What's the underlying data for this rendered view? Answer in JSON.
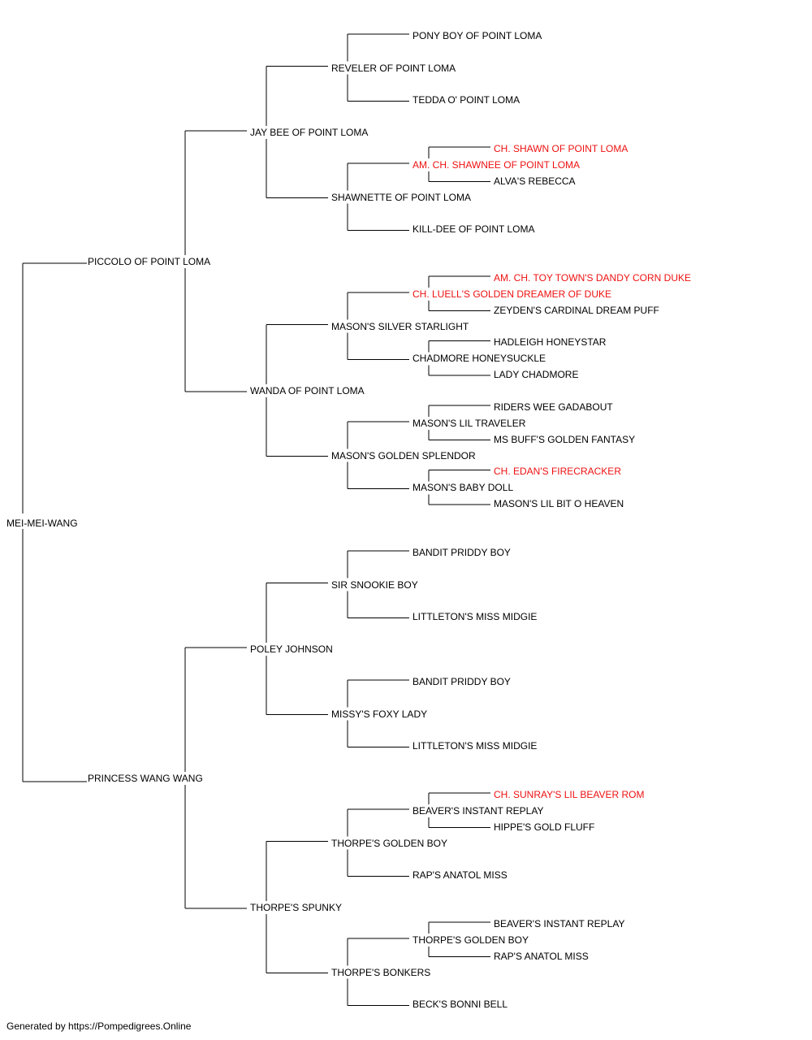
{
  "subject": "MEI-MEI-WANG",
  "champion_color": "#ee1111",
  "footer_text": "Generated by https://Pompedigrees.Online",
  "pedigree": {
    "name": "MEI-MEI-WANG",
    "sire": {
      "name": "PICCOLO OF POINT LOMA",
      "sire": {
        "name": "JAY BEE OF POINT LOMA",
        "sire": {
          "name": "REVELER OF POINT LOMA",
          "sire": {
            "name": "PONY BOY OF POINT LOMA"
          },
          "dam": {
            "name": "TEDDA O' POINT LOMA"
          }
        },
        "dam": {
          "name": "SHAWNETTE OF POINT LOMA",
          "sire": {
            "name": "AM. CH. SHAWNEE OF POINT LOMA",
            "champion": true,
            "sire": {
              "name": "CH. SHAWN OF POINT LOMA",
              "champion": true
            },
            "dam": {
              "name": "ALVA'S REBECCA"
            }
          },
          "dam": {
            "name": "KILL-DEE OF POINT LOMA"
          }
        }
      },
      "dam": {
        "name": "WANDA OF POINT LOMA",
        "sire": {
          "name": "MASON'S SILVER STARLIGHT",
          "sire": {
            "name": "CH. LUELL'S GOLDEN DREAMER OF DUKE",
            "champion": true,
            "sire": {
              "name": "AM. CH. TOY TOWN'S DANDY CORN DUKE",
              "champion": true
            },
            "dam": {
              "name": "ZEYDEN'S CARDINAL DREAM PUFF"
            }
          },
          "dam": {
            "name": "CHADMORE HONEYSUCKLE",
            "sire": {
              "name": "HADLEIGH HONEYSTAR"
            },
            "dam": {
              "name": "LADY CHADMORE"
            }
          }
        },
        "dam": {
          "name": "MASON'S GOLDEN SPLENDOR",
          "sire": {
            "name": "MASON'S LIL TRAVELER",
            "sire": {
              "name": "RIDERS WEE GADABOUT"
            },
            "dam": {
              "name": "MS BUFF'S GOLDEN FANTASY"
            }
          },
          "dam": {
            "name": "MASON'S BABY DOLL",
            "sire": {
              "name": "CH. EDAN'S FIRECRACKER",
              "champion": true
            },
            "dam": {
              "name": "MASON'S LIL BIT O HEAVEN"
            }
          }
        }
      }
    },
    "dam": {
      "name": "PRINCESS WANG WANG",
      "sire": {
        "name": "POLEY JOHNSON",
        "sire": {
          "name": "SIR SNOOKIE BOY",
          "sire": {
            "name": "BANDIT PRIDDY BOY"
          },
          "dam": {
            "name": "LITTLETON'S MISS MIDGIE"
          }
        },
        "dam": {
          "name": "MISSY'S FOXY LADY",
          "sire": {
            "name": "BANDIT PRIDDY BOY"
          },
          "dam": {
            "name": "LITTLETON'S MISS MIDGIE"
          }
        }
      },
      "dam": {
        "name": "THORPE'S SPUNKY",
        "sire": {
          "name": "THORPE'S GOLDEN BOY",
          "sire": {
            "name": "BEAVER'S INSTANT REPLAY",
            "sire": {
              "name": "CH. SUNRAY'S LIL BEAVER ROM",
              "champion": true
            },
            "dam": {
              "name": "HIPPE'S GOLD FLUFF"
            }
          },
          "dam": {
            "name": "RAP'S ANATOL MISS"
          }
        },
        "dam": {
          "name": "THORPE'S BONKERS",
          "sire": {
            "name": "THORPE'S GOLDEN BOY",
            "sire": {
              "name": "BEAVER'S INSTANT REPLAY"
            },
            "dam": {
              "name": "RAP'S ANATOL MISS"
            }
          },
          "dam": {
            "name": "BECK'S BONNI BELL"
          }
        }
      }
    }
  }
}
